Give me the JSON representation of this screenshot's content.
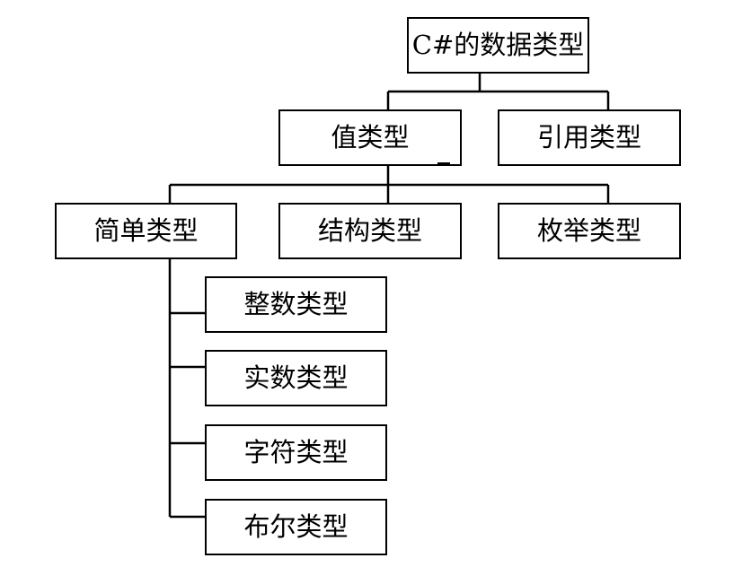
{
  "diagram": {
    "root": {
      "label": "C#的数据类型"
    },
    "level1": {
      "value_types": {
        "label": "值类型"
      },
      "reference_types": {
        "label": "引用类型"
      }
    },
    "level2": {
      "simple_types": {
        "label": "简单类型"
      },
      "struct_types": {
        "label": "结构类型"
      },
      "enum_types": {
        "label": "枚举类型"
      }
    },
    "level3": {
      "integer_types": {
        "label": "整数类型"
      },
      "real_types": {
        "label": "实数类型"
      },
      "char_types": {
        "label": "字符类型"
      },
      "bool_types": {
        "label": "布尔类型"
      }
    },
    "line_color": "#000000",
    "box_border_color": "#000000",
    "background_color": "#ffffff"
  }
}
